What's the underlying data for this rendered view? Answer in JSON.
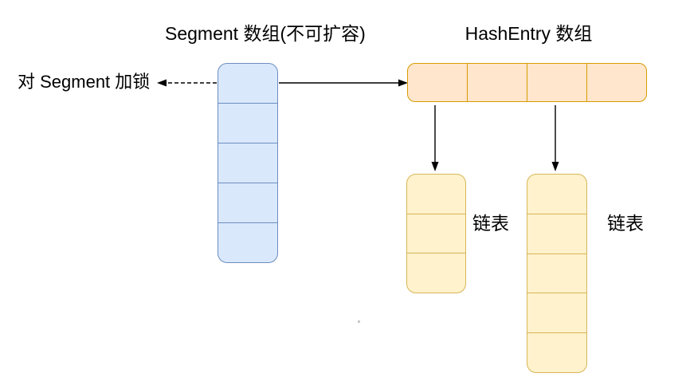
{
  "diagram": {
    "titles": {
      "segment_array": "Segment 数组(不可扩容)",
      "hashentry_array": "HashEntry 数组"
    },
    "labels": {
      "lock": "对 Segment 加锁",
      "linked_list_1": "链表",
      "linked_list_2": "链表"
    },
    "arrays": {
      "segment": {
        "name": "Segment 数组",
        "orientation": "vertical",
        "cells": 5
      },
      "hashentry": {
        "name": "HashEntry 数组",
        "orientation": "horizontal",
        "cells": 4
      },
      "linked_list_1": {
        "name": "链表",
        "orientation": "vertical",
        "cells": 3
      },
      "linked_list_2": {
        "name": "链表",
        "orientation": "vertical",
        "cells": 5
      }
    },
    "colors": {
      "segment_fill": "#dae8fc",
      "segment_stroke": "#6c8ebf",
      "hashentry_fill": "#ffe6cc",
      "hashentry_stroke": "#d79b00",
      "list_fill": "#fff2cc",
      "list_stroke": "#d6b656",
      "arrow": "#000000",
      "text": "#000000"
    }
  }
}
